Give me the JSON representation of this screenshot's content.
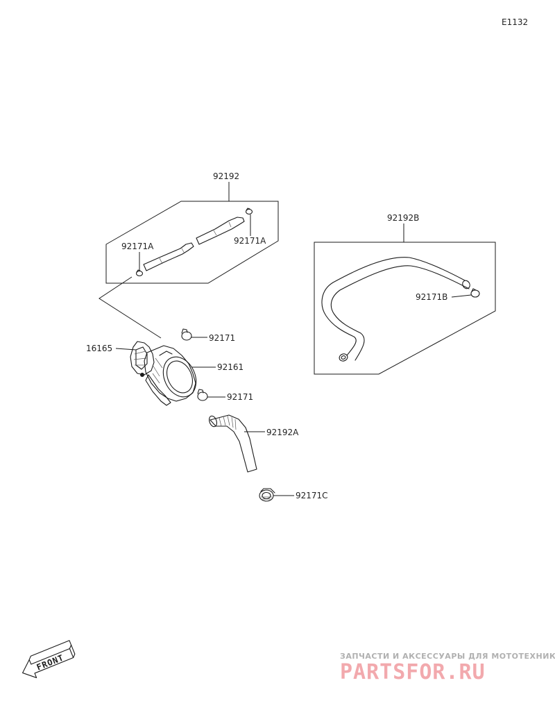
{
  "diagram_code": "E1132",
  "parts": {
    "hose_set": "92192",
    "clamp_a_left": "92171A",
    "clamp_a_right": "92171A",
    "hose_b": "92192B",
    "clamp_b": "92171B",
    "fitting": "16165",
    "clamp_upper": "92171",
    "element": "92161",
    "clamp_lower": "92171",
    "hose_a": "92192A",
    "clamp_c": "92171C"
  },
  "front_marker": "FRONT",
  "watermark": {
    "subtitle": "ЗАПЧАСТИ И АКСЕССУАРЫ ДЛЯ МОТОТЕХНИКИ",
    "brand": "PARTSFOR.RU",
    "brand_color": "#f2a9ad"
  }
}
